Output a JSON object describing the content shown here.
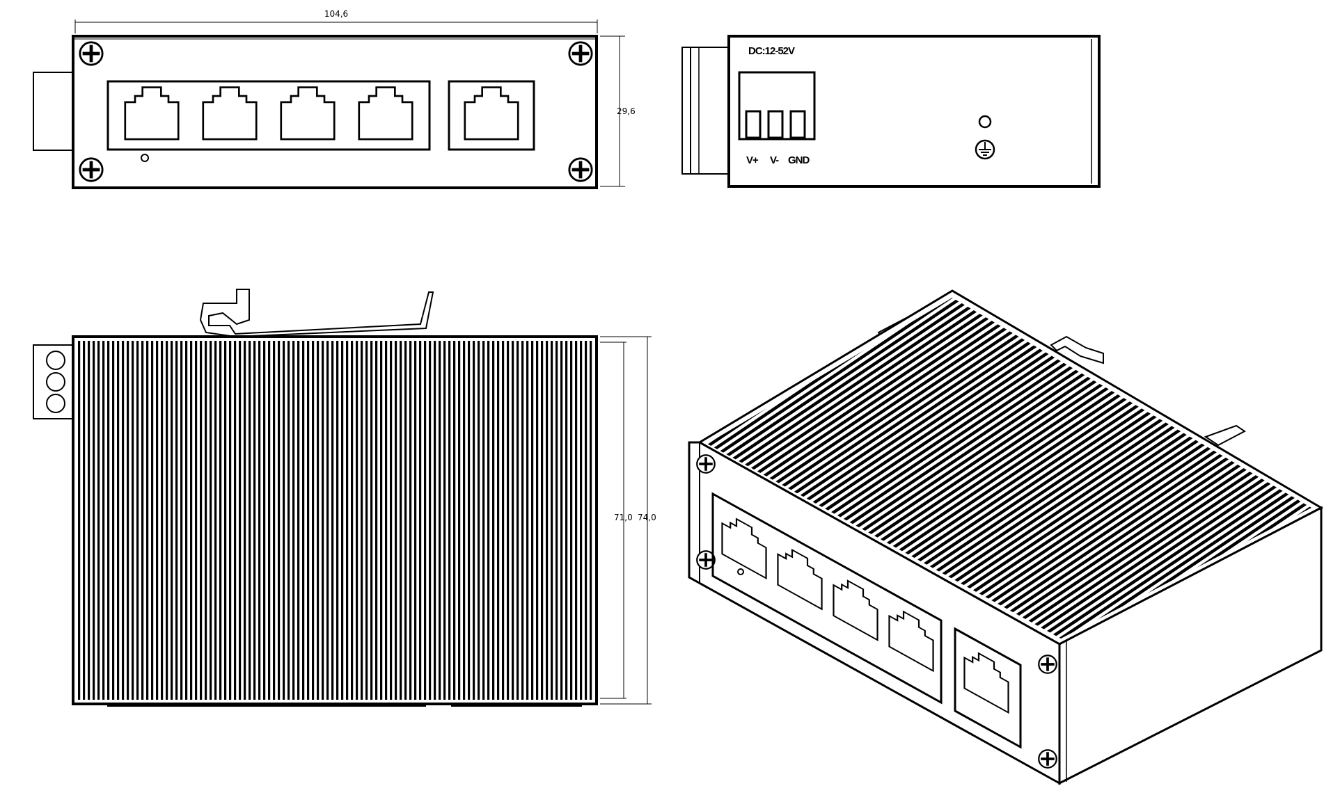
{
  "dimensions": {
    "width": "104,6",
    "height": "29,6",
    "depth_inner": "71,0",
    "depth_outer": "74,0"
  },
  "side_view": {
    "voltage_label": "DC:12-52V",
    "terminals": [
      "V+",
      "V-",
      "GND"
    ]
  },
  "colors": {
    "line": "#000000",
    "background": "#ffffff"
  },
  "icons": [
    "screw-icon",
    "rj45-port-icon",
    "led-icon",
    "ground-icon"
  ]
}
